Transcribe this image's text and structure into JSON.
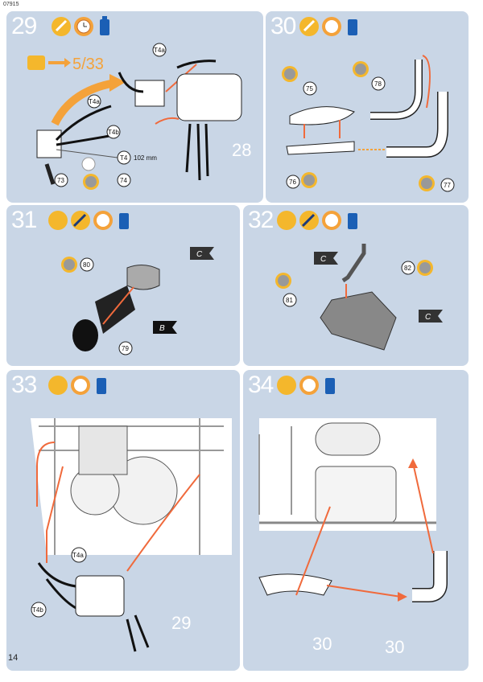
{
  "page": {
    "code": "07915",
    "number": "14"
  },
  "steps": [
    {
      "number": "29",
      "callouts": [
        "T4a",
        "T4a",
        "T4b",
        "T4",
        "73",
        "74",
        "28"
      ],
      "length": "102 mm",
      "ref": "5/33"
    },
    {
      "number": "30",
      "callouts": [
        "75",
        "78",
        "76",
        "77"
      ]
    },
    {
      "number": "31",
      "callouts": [
        "80",
        "79"
      ],
      "flags": [
        "C",
        "B"
      ]
    },
    {
      "number": "32",
      "callouts": [
        "82",
        "81"
      ],
      "flags": [
        "C",
        "C"
      ]
    },
    {
      "number": "33",
      "callouts": [
        "T4a",
        "T4b",
        "29"
      ]
    },
    {
      "number": "34",
      "callouts": [
        "30",
        "30"
      ]
    }
  ],
  "icons": {
    "chrome_label": "Chrome",
    "brush": "brush-icon",
    "clock": "clock-icon",
    "glue": "glue-bottle-icon",
    "knife": "knife-icon"
  },
  "colors": {
    "panel": "#c9d6e6",
    "arrow": "#f06a3c",
    "orange": "#f4a23a"
  }
}
